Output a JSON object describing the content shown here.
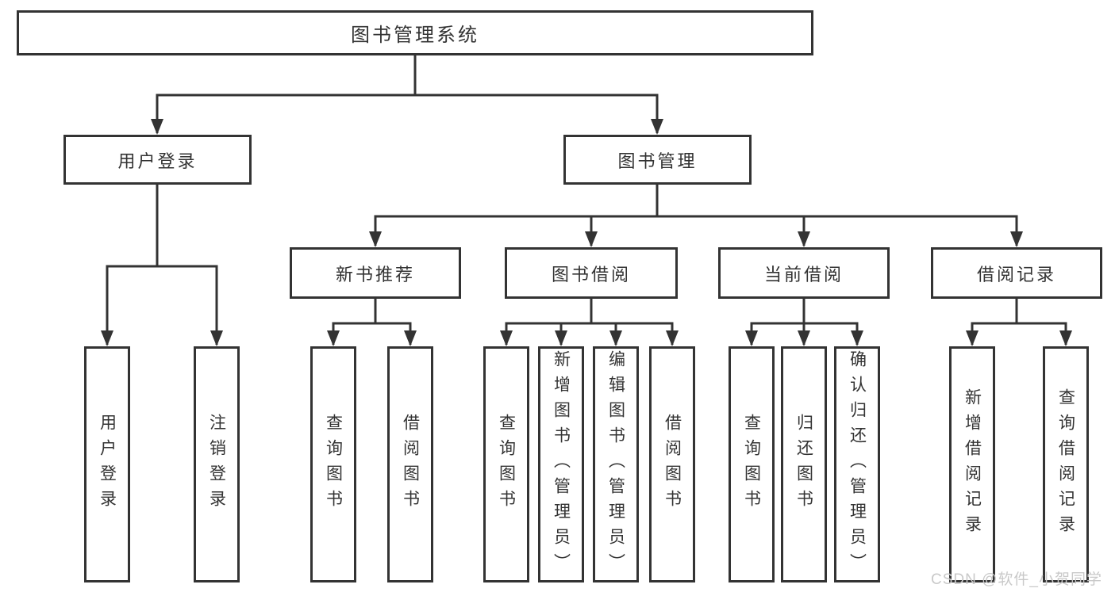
{
  "tree": {
    "root": {
      "label": "图书管理系统"
    },
    "branches": [
      {
        "label": "用户登录",
        "children": [
          {
            "label": "用户登录"
          },
          {
            "label": "注销登录"
          }
        ]
      },
      {
        "label": "图书管理",
        "children": [
          {
            "label": "新书推荐",
            "children": [
              {
                "label": "查询图书"
              },
              {
                "label": "借阅图书"
              }
            ]
          },
          {
            "label": "图书借阅",
            "children": [
              {
                "label": "查询图书"
              },
              {
                "label": "新增图书（管理员）"
              },
              {
                "label": "编辑图书（管理员）"
              },
              {
                "label": "借阅图书"
              }
            ]
          },
          {
            "label": "当前借阅",
            "children": [
              {
                "label": "查询图书"
              },
              {
                "label": "归还图书"
              },
              {
                "label": "确认归还（管理员）"
              }
            ]
          },
          {
            "label": "借阅记录",
            "children": [
              {
                "label": "新增借阅记录"
              },
              {
                "label": "查询借阅记录"
              }
            ]
          }
        ]
      }
    ]
  },
  "watermark": {
    "text": "CSDN @软件_小贺同学"
  },
  "colors": {
    "line": "#333333",
    "text": "#333333",
    "box_background": "#ffffff",
    "page_background": "#ffffff",
    "watermark": "#c9c9c9"
  }
}
